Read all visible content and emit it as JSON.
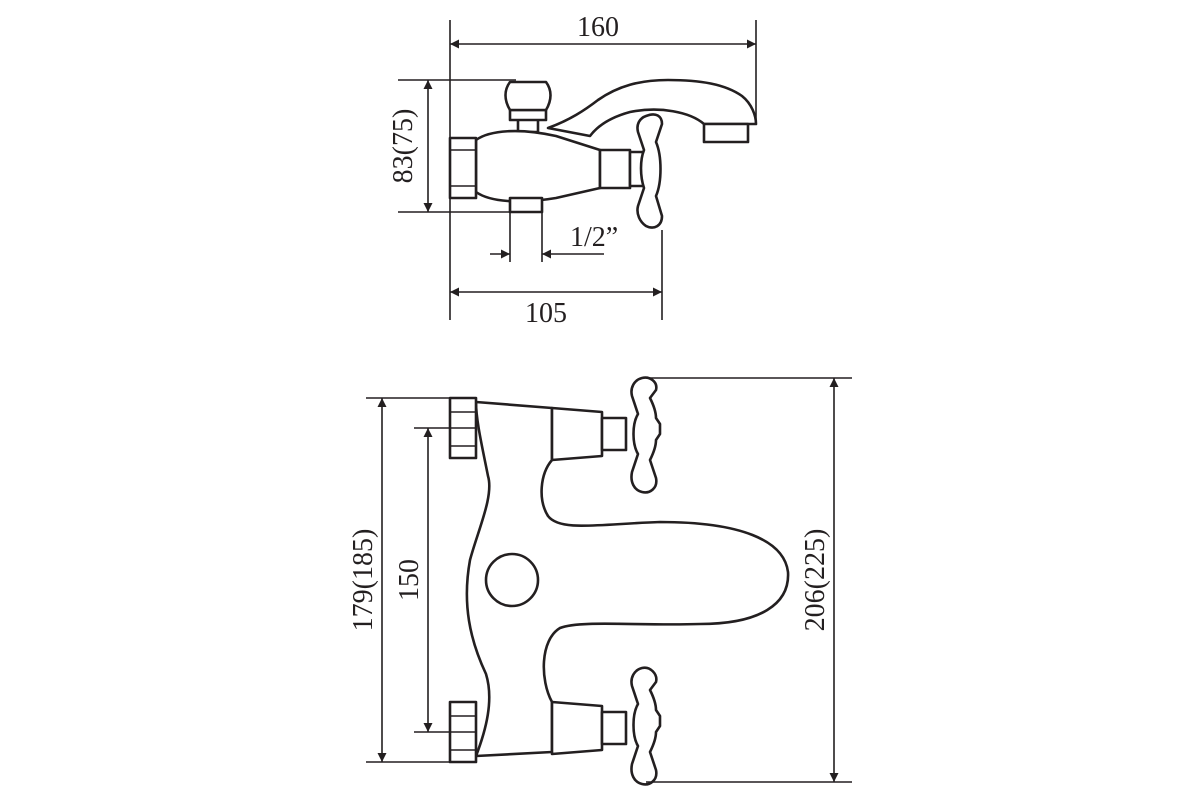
{
  "dimensions": {
    "side_total_length": "160",
    "side_height": "83(75)",
    "side_thread": "1/2”",
    "side_depth": "105",
    "top_outer_span": "179(185)",
    "top_center_distance": "150",
    "top_total_width": "206(225)"
  },
  "colors": {
    "line": "#231f20",
    "background": "#ffffff"
  }
}
